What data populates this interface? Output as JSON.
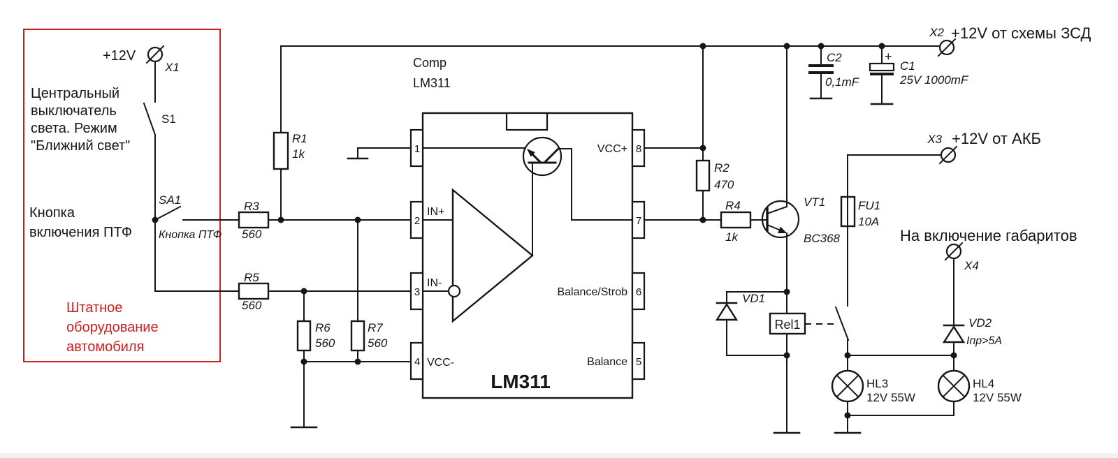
{
  "colors": {
    "wire": "#161616",
    "highlight_red": "#cf1f1f"
  },
  "schematic": {
    "left_block": {
      "supply_label": "+12V",
      "terminal": "X1",
      "switch1": "S1",
      "switch2": "SA1",
      "switch2_caption": "Кнопка ПТФ",
      "central_switch_note": [
        "Центральный",
        "выключатель",
        "света. Режим",
        "\"Ближний свет\""
      ],
      "button_note": [
        "Кнопка",
        "включения ПТФ"
      ],
      "red_note": [
        "Штатное",
        "оборудование",
        "автомобиля"
      ]
    },
    "resistors": {
      "r1": {
        "name": "R1",
        "value": "1k"
      },
      "r2": {
        "name": "R2",
        "value": "470"
      },
      "r3": {
        "name": "R3",
        "value": "560"
      },
      "r4": {
        "name": "R4",
        "value": "1k"
      },
      "r5": {
        "name": "R5",
        "value": "560"
      },
      "r6": {
        "name": "R6",
        "value": "560"
      },
      "r7": {
        "name": "R7",
        "value": "560"
      }
    },
    "ic": {
      "function": "Comp",
      "part": "LM311",
      "title": "LM311",
      "pins": {
        "p1": "1",
        "p2": "2",
        "p3": "3",
        "p4": "4",
        "p5": "5",
        "p6": "6",
        "p7": "7",
        "p8": "8"
      },
      "pin_labels": {
        "in_plus": "IN+",
        "in_minus": "IN-",
        "vcc_minus": "VCC-",
        "vcc_plus": "VCC+",
        "balance_strob": "Balance/Strob",
        "balance": "Balance"
      }
    },
    "capacitors": {
      "c2": {
        "name": "C2",
        "value": "0,1mF"
      },
      "c1": {
        "name": "C1",
        "plus": "+",
        "value": "25V 1000mF"
      }
    },
    "terminals": {
      "x2": {
        "name": "X2",
        "caption": "+12V от схемы ЗСД"
      },
      "x3": {
        "name": "X3",
        "caption": "+12V от АКБ"
      },
      "x4": {
        "name": "X4",
        "caption": "На включение габаритов"
      }
    },
    "transistor": {
      "name": "VT1",
      "part": "BC368"
    },
    "fuse": {
      "name": "FU1",
      "value": "10A"
    },
    "diodes": {
      "vd1": {
        "name": "VD1"
      },
      "vd2": {
        "name": "VD2",
        "note": "Iпр>5A"
      }
    },
    "relay": {
      "name": "Rel1"
    },
    "lamps": {
      "hl3": {
        "name": "HL3",
        "value": "12V 55W"
      },
      "hl4": {
        "name": "HL4",
        "value": "12V 55W"
      }
    }
  }
}
